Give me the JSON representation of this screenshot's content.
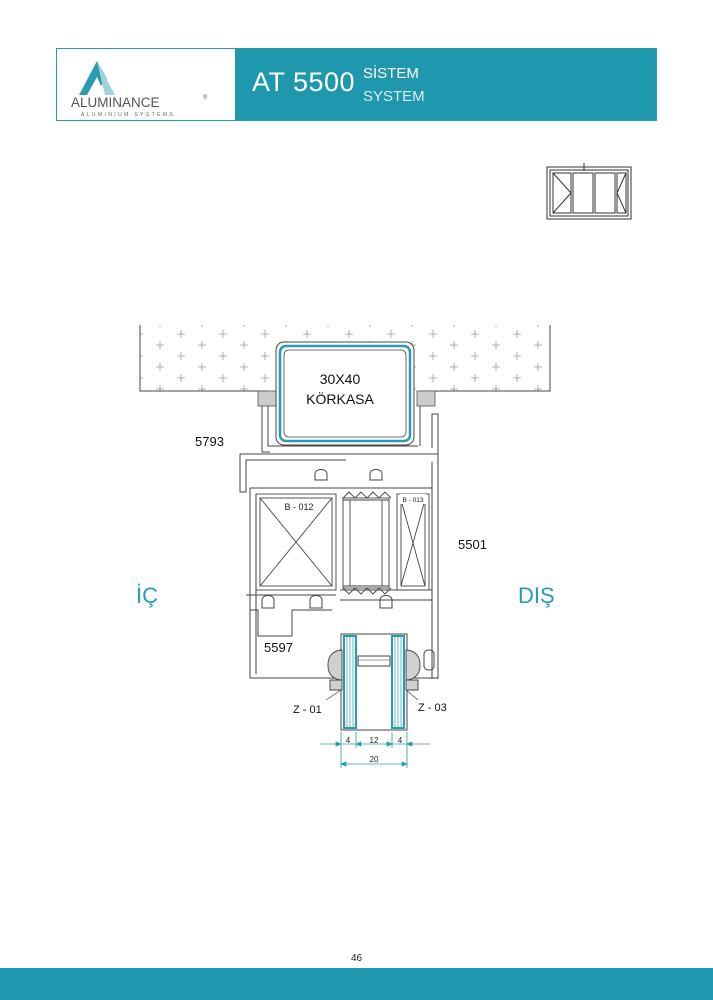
{
  "header": {
    "brand_name": "ALUMINANCE",
    "brand_tagline": "ALUMINIUM SYSTEMS",
    "series": "AT 5500",
    "system_tr": "SİSTEM",
    "system_en": "SYSTEM"
  },
  "colors": {
    "accent": "#1f97ad",
    "glass": "#2a9cb0",
    "line": "#444444"
  },
  "drawing": {
    "box_label_1": "30X40",
    "box_label_2": "KÖRKASA",
    "profile_5793": "5793",
    "profile_5501": "5501",
    "profile_5597": "5597",
    "corner_b012": "B - 012",
    "corner_b013": "B - 013",
    "gasket_z01": "Z - 01",
    "gasket_z03": "Z - 03",
    "side_inside": "İÇ",
    "side_outside": "DIŞ",
    "dim_4a": "4",
    "dim_12": "12",
    "dim_4b": "4",
    "dim_20": "20"
  },
  "footer": {
    "page_number": "46"
  }
}
